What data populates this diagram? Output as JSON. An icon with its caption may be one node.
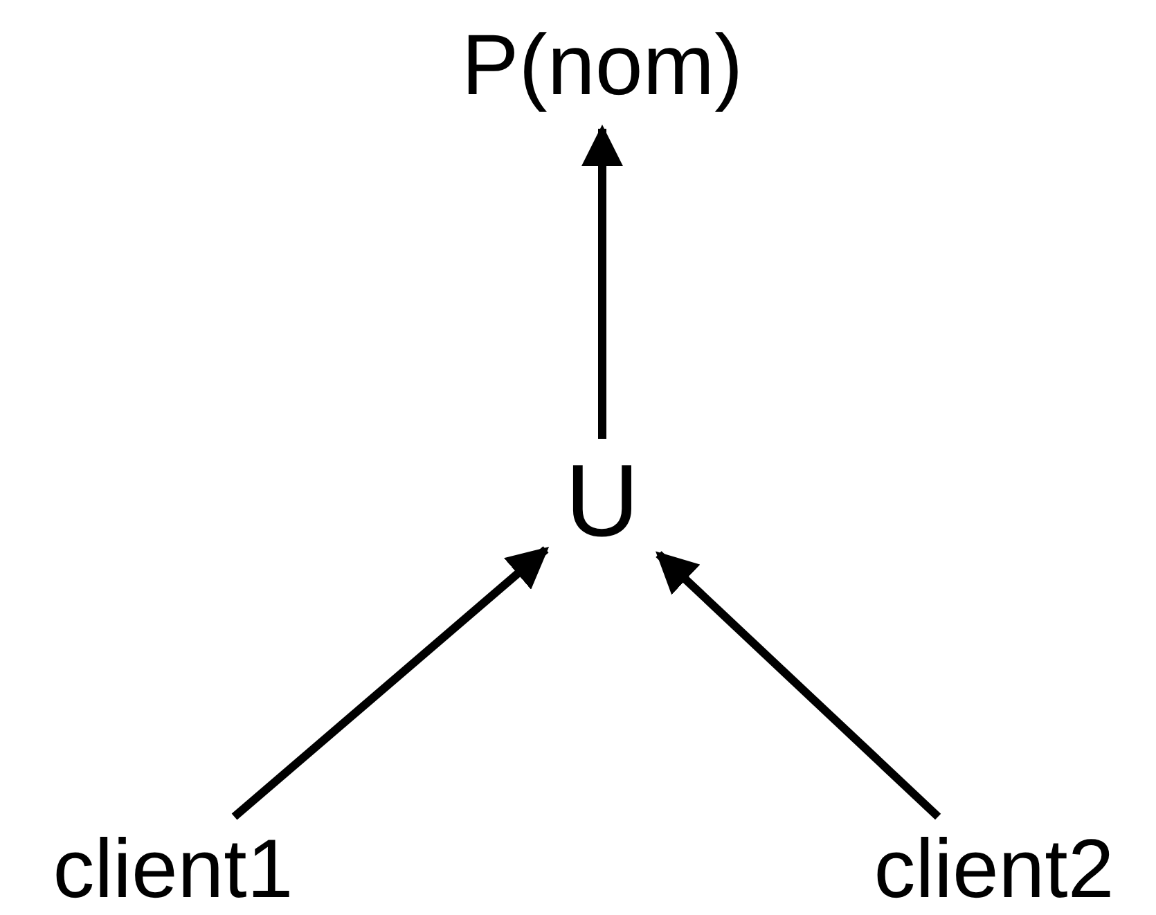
{
  "diagram": {
    "nodes": [
      {
        "text": [
          "P(nom)"
        ]
      },
      {
        "text": [
          "U"
        ]
      },
      {
        "text": [
          "client1"
        ]
      },
      {
        "text": [
          "client2"
        ]
      }
    ],
    "edges": [
      {
        "from": 1,
        "to": 0,
        "arrow": "to"
      },
      {
        "from": 2,
        "to": 1,
        "arrow": "to"
      },
      {
        "from": 3,
        "to": 1,
        "arrow": "to"
      }
    ]
  }
}
